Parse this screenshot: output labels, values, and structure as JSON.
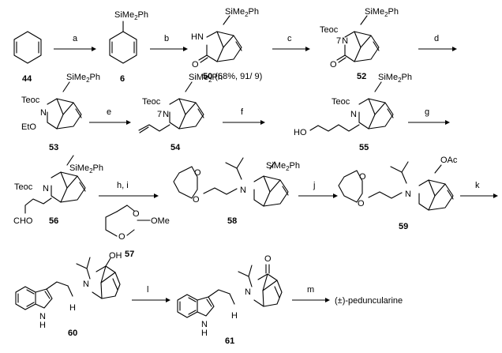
{
  "compounds": {
    "c44": "44",
    "c6": "6",
    "c50": "50",
    "c50_note": " (68%, 91/ 9)",
    "c52": "52",
    "c53": "53",
    "c54": "54",
    "c55": "55",
    "c56": "56",
    "c57": "57",
    "c58": "58",
    "c59": "59",
    "c60": "60",
    "c61": "61"
  },
  "conditions": {
    "a": "a",
    "b": "b",
    "c": "c",
    "d": "d",
    "e": "e",
    "f": "f",
    "g": "g",
    "hi": "h, i",
    "j": "j",
    "k": "k",
    "l": "l",
    "m": "m"
  },
  "labels": {
    "sime2ph": "SiMe",
    "sub2": "2",
    "ph": "Ph",
    "hn": "HN",
    "o": "O",
    "teoc": "Teoc",
    "n7": "7",
    "n": "N",
    "eto": "EtO",
    "ho": "HO",
    "cho": "CHO",
    "ome": "OMe",
    "oac": "OAc",
    "oh": "OH",
    "h": "H",
    "nh_n": "N",
    "nh_h": "H"
  },
  "product": "(±)-peduncularine"
}
